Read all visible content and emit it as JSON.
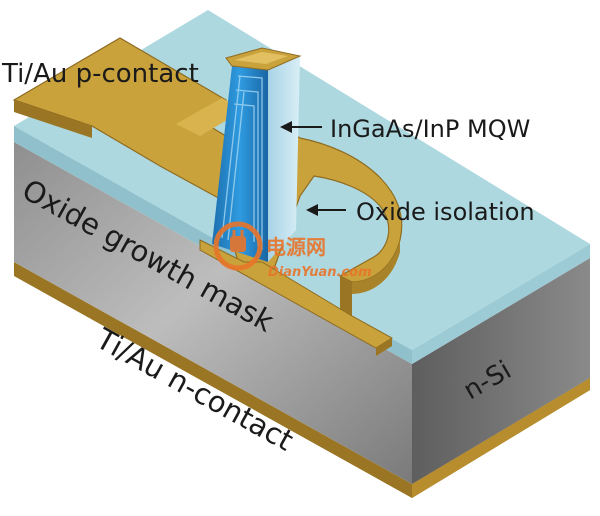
{
  "labels": {
    "p_contact": "Ti/Au p-contact",
    "mqw": "InGaAs/InP MQW",
    "isolation": "Oxide isolation",
    "mask": "Oxide growth mask",
    "n_contact": "Ti/Au n-contact",
    "substrate": "n-Si"
  },
  "watermark": {
    "cn": "电源网",
    "en": "DianYuan.com"
  },
  "colors": {
    "gold": "#c9a23c",
    "gold_dark": "#9a7624",
    "oxide": "#aed8e0",
    "silicon_light": "#b9b9b9",
    "silicon_dark": "#6e6e6e",
    "mqw_blue": "#2a8fd0",
    "watermark": "#e8742a"
  },
  "icons": {
    "watermark_logo": "power-plug-logo-icon"
  }
}
